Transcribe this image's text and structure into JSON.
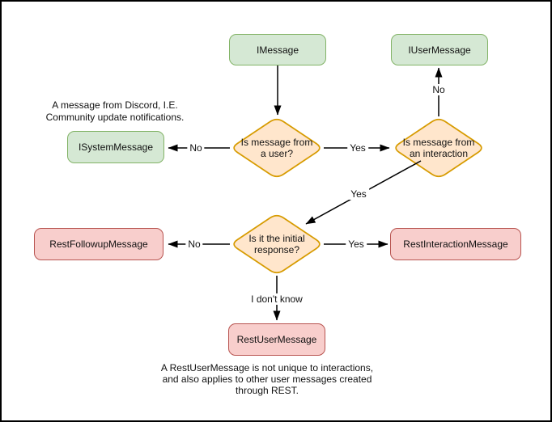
{
  "nodes": {
    "imessage": {
      "label": "IMessage"
    },
    "iusermessage": {
      "label": "IUserMessage"
    },
    "isystemmessage": {
      "label": "ISystemMessage"
    },
    "decision_user": {
      "label": "Is message from\na user?"
    },
    "decision_interaction": {
      "label": "Is message from\nan interaction"
    },
    "decision_initial": {
      "label": "Is it the initial\nresponse?"
    },
    "restfollowupmessage": {
      "label": "RestFollowupMessage"
    },
    "restinteractionmessage": {
      "label": "RestInteractionMessage"
    },
    "restusermessage": {
      "label": "RestUserMessage"
    }
  },
  "edge_labels": {
    "user_no": "No",
    "user_yes": "Yes",
    "interaction_no": "No",
    "interaction_yes": "Yes",
    "initial_no": "No",
    "initial_yes": "Yes",
    "initial_unknown": "I don't know"
  },
  "notes": {
    "system_note": "A message from Discord, I.E.\nCommunity update notifications.",
    "rest_note": "A RestUserMessage is not unique to interactions,\nand also applies to other user messages created\nthrough REST."
  },
  "colors": {
    "green_fill": "#d5e8d4",
    "green_stroke": "#82b366",
    "orange_fill": "#ffe6cc",
    "orange_stroke": "#d79b00",
    "red_fill": "#f8cecc",
    "red_stroke": "#b85450",
    "edge": "#000000",
    "background": "#ffffff",
    "canvas_border": "#000000"
  }
}
